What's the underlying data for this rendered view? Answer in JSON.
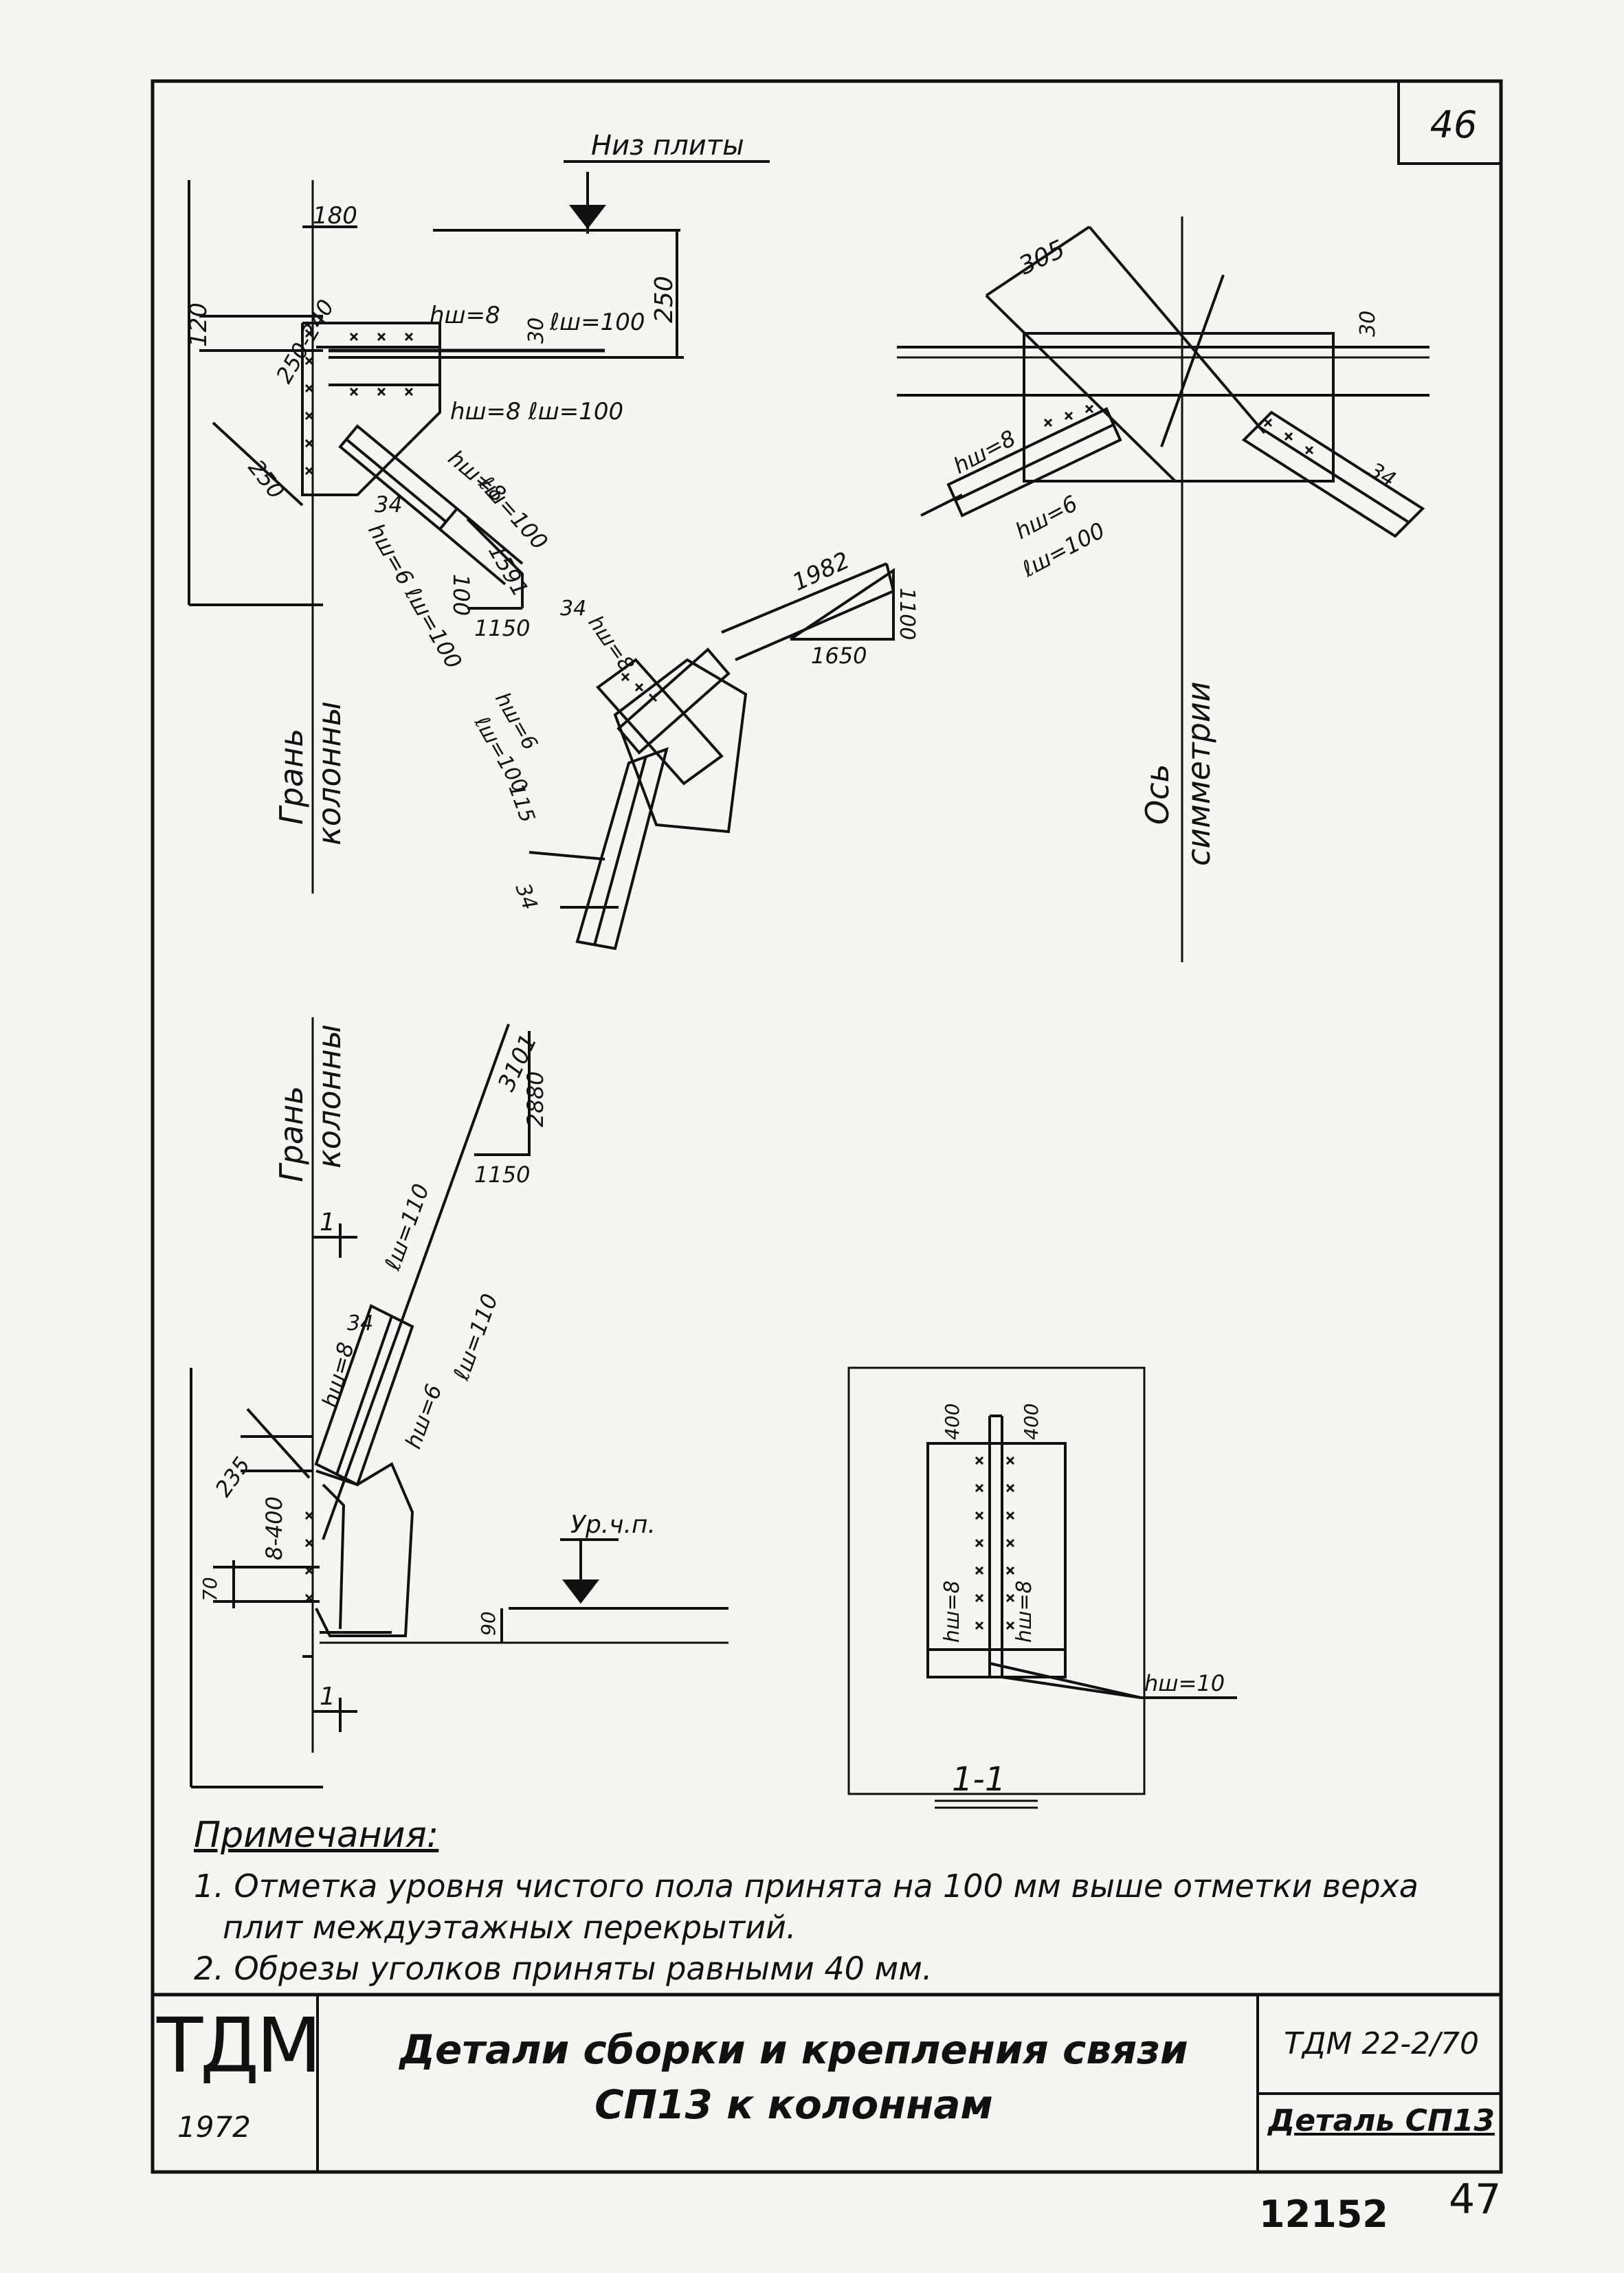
{
  "sheet": {
    "page_number": "46",
    "bottom_number": "12152",
    "bottom_page": "47"
  },
  "labels": {
    "top_level": "Низ плиты",
    "floor_level": "Ур.ч.п.",
    "column_face_1": [
      "Грань",
      "колонны"
    ],
    "column_face_2": [
      "Грань",
      "колонны"
    ],
    "symmetry_axis": [
      "Ось",
      "симметрии"
    ],
    "section_title": "1-1",
    "section_mark": "1"
  },
  "dimensions": {
    "d180": "180",
    "d120": "120",
    "d250v": "250",
    "d30a": "30",
    "d30b": "30",
    "d250_240": "250-240",
    "d250": "250",
    "d34a": "34",
    "d34b": "34",
    "d34c": "34",
    "d34d": "34",
    "d34e": "34",
    "d1591": "1591",
    "d100": "100",
    "d1150a": "1150",
    "d1982": "1982",
    "d1100": "1100",
    "d1650": "1650",
    "d115": "115",
    "d305": "305",
    "d3101": "3101",
    "d2880": "2880",
    "d1150b": "1150",
    "d235": "235",
    "d8_400": "8-400",
    "d70": "70",
    "d90": "90",
    "d400a": "400",
    "d400b": "400"
  },
  "welds": {
    "w1": "hш=8",
    "w2": "ℓш=100",
    "w3": "hш=8 ℓш=100",
    "w4": "hш=8",
    "w5": "ℓш=100",
    "w6": "hш=6 ℓш=100",
    "w7": "hш=8",
    "w8": "hш=6",
    "w9": "ℓш=100",
    "w10": "hш=8",
    "w11": "hш=6",
    "w12": "ℓш=100",
    "w13": "ℓш=110",
    "w14": "hш=8",
    "w15": "hш=6",
    "w16": "ℓш=110",
    "w17": "hш=8",
    "w18": "hш=8",
    "w19": "hш=10"
  },
  "notes": {
    "header": "Примечания:",
    "note1_line1": "1. Отметка уровня чистого пола принята на 100 мм выше отметки верха",
    "note1_line2": "плит междуэтажных перекрытий.",
    "note2": "2. Обрезы уголков приняты равными 40 мм."
  },
  "title_block": {
    "logo": "ТДМ",
    "year": "1972",
    "title_line1": "Детали сборки и крепления связи",
    "title_line2": "СП13 к колоннам",
    "code": "ТДМ 22-2/70",
    "detail": "Деталь СП13"
  }
}
